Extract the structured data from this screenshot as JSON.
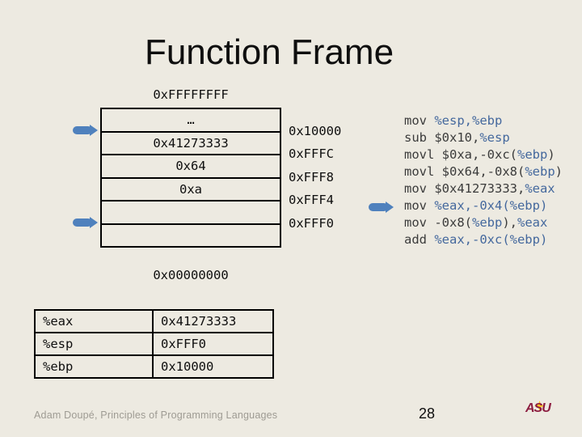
{
  "title": "Function Frame",
  "colors": {
    "background": "#EDEAE1",
    "border_black": "#000000",
    "text_dark": "#0E0E0E",
    "arrow_blue": "#4F81BD",
    "code_dark": "#3B3B3B",
    "code_blue": "#44689D",
    "footer_gray": "#9E9B93",
    "asu_maroon": "#8C1D40",
    "asu_gold": "#FFC627"
  },
  "icons": {
    "ebp_pointer": "right-arrow",
    "esp_pointer": "right-arrow",
    "instruction_pointer": "right-arrow",
    "asu_logo": "asu-sunburst-wordmark"
  },
  "stack": {
    "top_label": "0xFFFFFFFF",
    "bottom_label": "0x00000000",
    "rows": [
      "…",
      "0x41273333",
      "0x64",
      "0xa",
      "",
      ""
    ],
    "address_labels": [
      "0x10000",
      "0xFFFC",
      "0xFFF8",
      "0xFFF4",
      "0xFFF0"
    ]
  },
  "assembly": {
    "lines": [
      [
        {
          "text": "mov ",
          "type": "op"
        },
        {
          "text": "%esp,%ebp",
          "type": "reg"
        }
      ],
      [
        {
          "text": "sub ",
          "type": "op"
        },
        {
          "text": "$0x10,",
          "type": "imm"
        },
        {
          "text": "%esp",
          "type": "reg"
        }
      ],
      [
        {
          "text": "movl ",
          "type": "op"
        },
        {
          "text": "$0xa,-0xc(",
          "type": "imm"
        },
        {
          "text": "%ebp",
          "type": "reg"
        },
        {
          "text": ")",
          "type": "imm"
        }
      ],
      [
        {
          "text": "movl ",
          "type": "op"
        },
        {
          "text": "$0x64,-0x8(",
          "type": "imm"
        },
        {
          "text": "%ebp",
          "type": "reg"
        },
        {
          "text": ")",
          "type": "imm"
        }
      ],
      [
        {
          "text": "mov ",
          "type": "op"
        },
        {
          "text": "$0x41273333,",
          "type": "imm"
        },
        {
          "text": "%eax",
          "type": "reg"
        }
      ],
      [
        {
          "text": "mov ",
          "type": "op"
        },
        {
          "text": "%eax,-0x4(%ebp)",
          "type": "reg"
        }
      ],
      [
        {
          "text": "mov ",
          "type": "op"
        },
        {
          "text": "-0x8(",
          "type": "imm"
        },
        {
          "text": "%ebp",
          "type": "reg"
        },
        {
          "text": "),",
          "type": "imm"
        },
        {
          "text": "%eax",
          "type": "reg"
        }
      ],
      [
        {
          "text": "add ",
          "type": "op"
        },
        {
          "text": "%eax,-0xc(%ebp)",
          "type": "reg"
        }
      ]
    ]
  },
  "registers_table": {
    "rows": [
      {
        "register": "%eax",
        "value": "0x41273333"
      },
      {
        "register": "%esp",
        "value": "0xFFF0"
      },
      {
        "register": "%ebp",
        "value": "0x10000"
      }
    ]
  },
  "footer": {
    "credit": "Adam Doupé, Principles of Programming Languages",
    "page_number": "28",
    "logo_text": "ASU"
  }
}
